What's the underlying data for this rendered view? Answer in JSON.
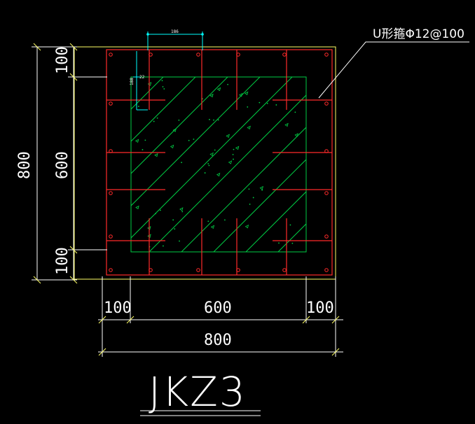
{
  "drawing": {
    "title": "JKZ3",
    "rebar_callout": "U形箍Φ12@100",
    "small_dims": {
      "top": "186",
      "side": "188",
      "side2": "22"
    },
    "bottom_dims": {
      "left": "100",
      "middle": "600",
      "right": "100",
      "total": "800"
    },
    "left_dims": {
      "top": "100",
      "middle": "600",
      "bottom": "100",
      "total": "800"
    },
    "colors": {
      "background": "#000000",
      "outline": "#ffff66",
      "rebar": "#ff2a2a",
      "concrete": "#00cc44",
      "dimension": "#ffffff",
      "detail_dim": "#00ffff"
    }
  }
}
